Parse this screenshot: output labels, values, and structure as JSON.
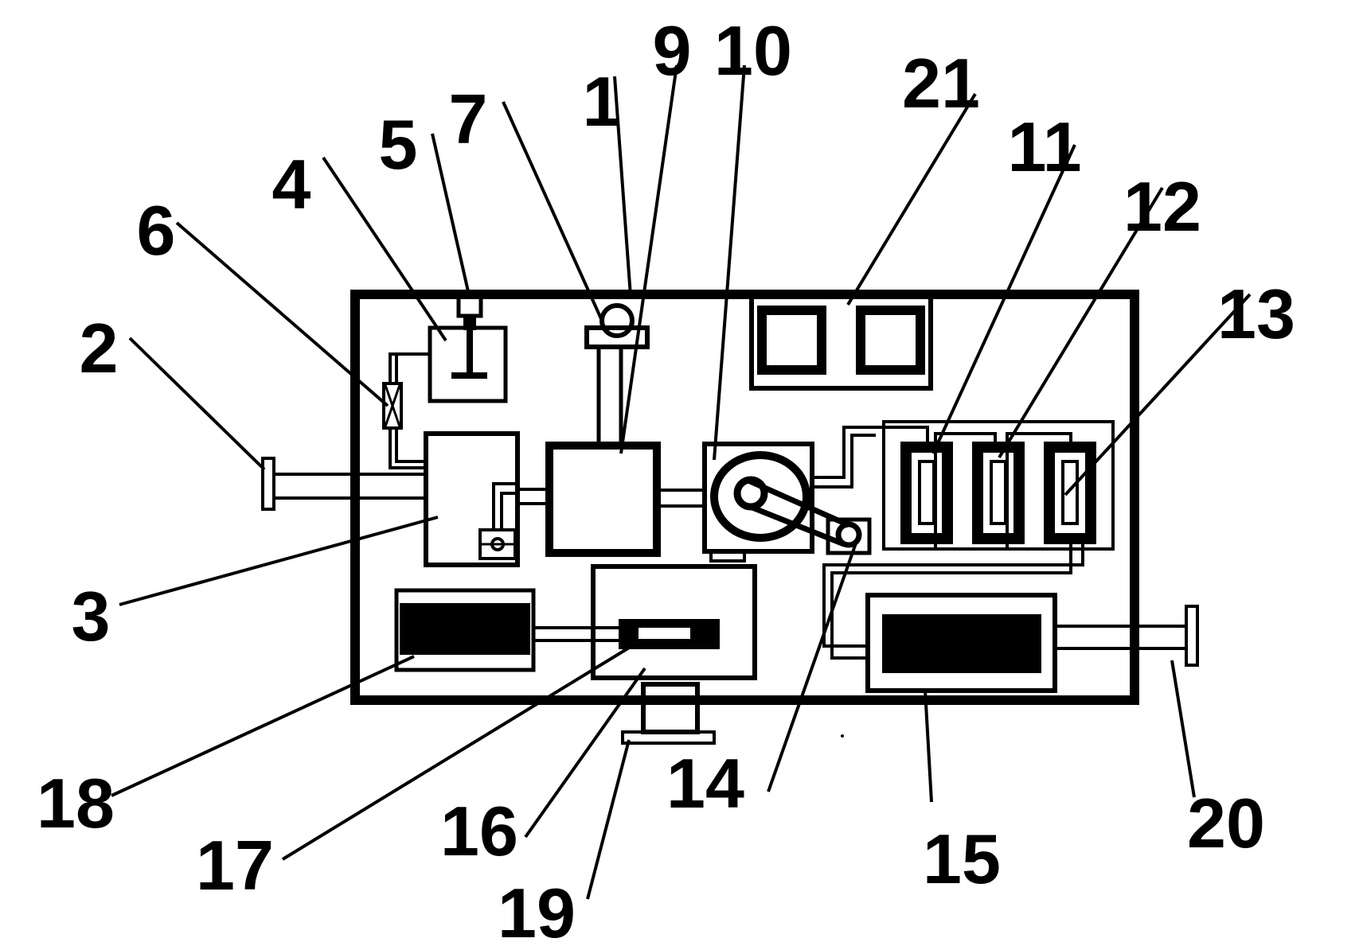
{
  "diagram": {
    "labels": {
      "n1": "1",
      "n2": "2",
      "n3": "3",
      "n4": "4",
      "n5": "5",
      "n6": "6",
      "n7": "7",
      "n9": "9",
      "n10": "10",
      "n11": "11",
      "n12": "12",
      "n13": "13",
      "n14": "14",
      "n15": "15",
      "n16": "16",
      "n17": "17",
      "n18": "18",
      "n19": "19",
      "n20": "20",
      "n21": "21"
    },
    "colors": {
      "ink": "#000000",
      "paper": "#ffffff"
    }
  }
}
